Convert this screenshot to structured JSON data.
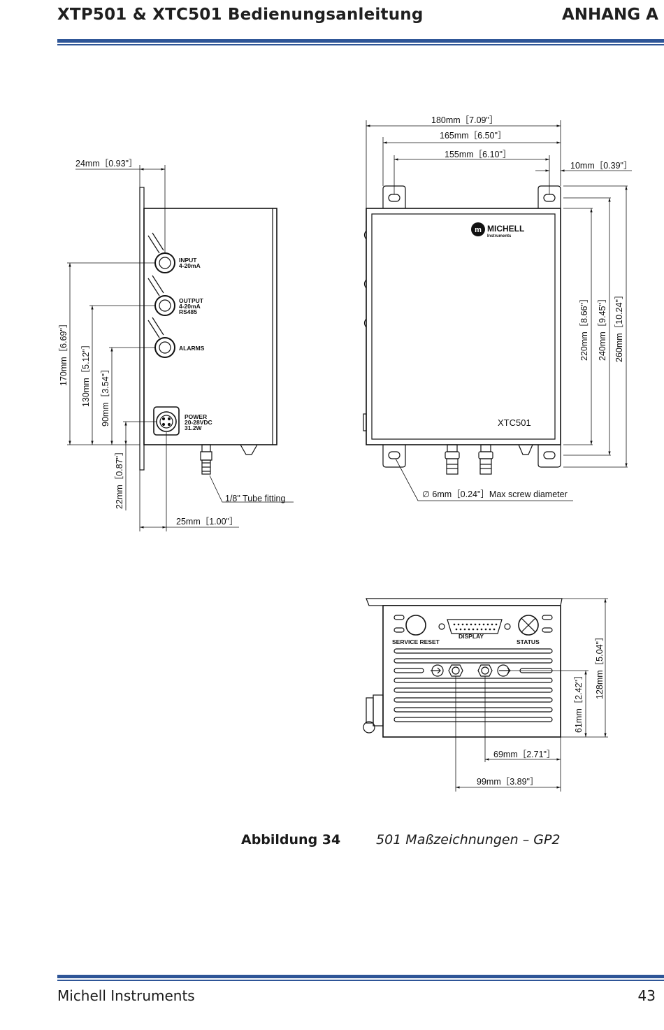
{
  "header": {
    "title": "XTP501 & XTC501 Bedienungsanleitung",
    "section": "ANHANG A",
    "rule_color": "#2e5597"
  },
  "drawing": {
    "side_view": {
      "dims": {
        "d24": "24mm［0.93\"］",
        "d170": "170mm［6.69\"］",
        "d130": "130mm［5.12\"］",
        "d90": "90mm［3.54\"］",
        "d22": "22mm［0.87\"］",
        "d25": "25mm［1.00\"］"
      },
      "tube_fitting": "1/8\" Tube fitting",
      "labels": {
        "input_1": "INPUT",
        "input_2": "4-20mA",
        "output_1": "OUTPUT",
        "output_2": "4-20mA",
        "output_3": "RS485",
        "alarms": "ALARMS",
        "power_1": "POWER",
        "power_2": "20-28VDC",
        "power_3": "31.2W"
      }
    },
    "front_view": {
      "dims": {
        "d180": "180mm［7.09\"］",
        "d165": "165mm［6.50\"］",
        "d155": "155mm［6.10\"］",
        "d10": "10mm［0.39\"］",
        "d220": "220mm［8.66\"］",
        "d240": "240mm［9.45\"］",
        "d260": "260mm［10.24\"］"
      },
      "screw": "∅  6mm［0.24\"］Max screw diameter",
      "brand": "MICHELL",
      "brand_sub": "Instruments",
      "model": "XTC501"
    },
    "bottom_view": {
      "dims": {
        "d61": "61mm［2.42\"］",
        "d128": "128mm［5.04\"］",
        "d69": "69mm［2.71\"］",
        "d99": "99mm［3.89\"］"
      },
      "labels": {
        "service_reset": "SERVICE RESET",
        "display": "DISPLAY",
        "status": "STATUS"
      }
    }
  },
  "caption": {
    "label": "Abbildung 34",
    "text": "501 Maßzeichnungen – GP2"
  },
  "footer": {
    "company": "Michell Instruments",
    "page": "43"
  }
}
